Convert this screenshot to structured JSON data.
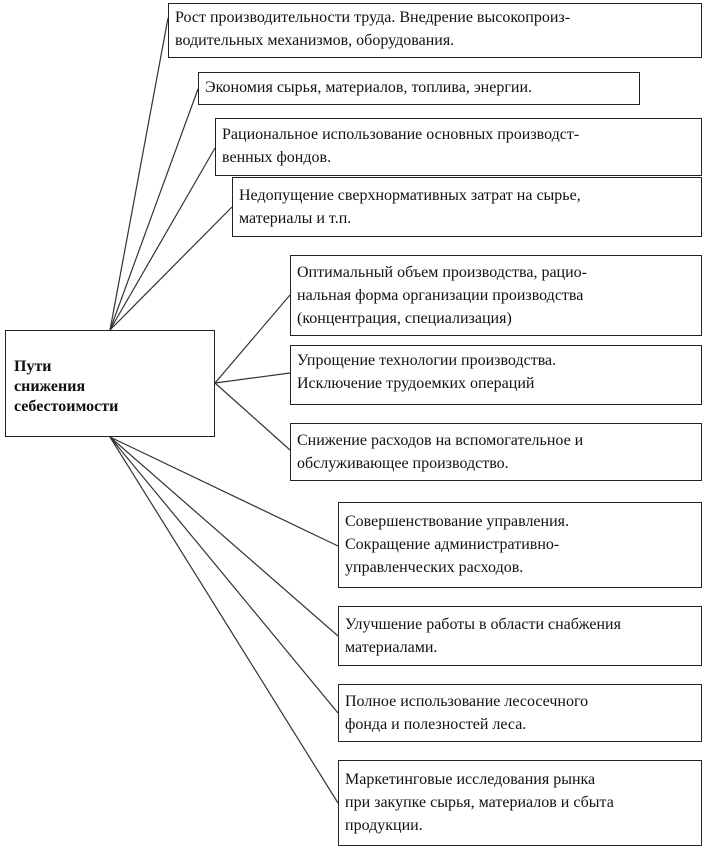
{
  "center_label": [
    "Пути",
    "снижения",
    "себестоимости"
  ],
  "items": [
    {
      "lines": [
        "Рост производительности труда. Внедрение высокопроиз-",
        "водительных механизмов, оборудования."
      ]
    },
    {
      "lines": [
        "Экономия сырья, материалов, топлива, энергии."
      ]
    },
    {
      "lines": [
        "Рациональное использование основных производст-",
        "венных фондов."
      ]
    },
    {
      "lines": [
        "Недопущение сверхнормативных затрат на сырье,",
        "материалы и т.п."
      ]
    },
    {
      "lines": [
        "Оптимальный объем производства, рацио-",
        "нальная форма организации производства",
        "(концентрация, специализация)"
      ]
    },
    {
      "lines": [
        "Упрощение технологии производства.",
        "Исключение трудоемких операций"
      ]
    },
    {
      "lines": [
        "Снижение расходов на вспомогательное и",
        "обслуживающее производство."
      ]
    },
    {
      "lines": [
        "Совершенствование управления.",
        "Сокращение административно-",
        "управленческих расходов."
      ]
    },
    {
      "lines": [
        "Улучшение работы в области снабжения",
        "материалами."
      ]
    },
    {
      "lines": [
        "Полное использование лесосечного",
        "фонда и полезностей леса."
      ]
    },
    {
      "lines": [
        "Маркетинговые исследования рынка",
        "при закупке сырья, материалов и сбыта",
        "продукции."
      ]
    }
  ]
}
